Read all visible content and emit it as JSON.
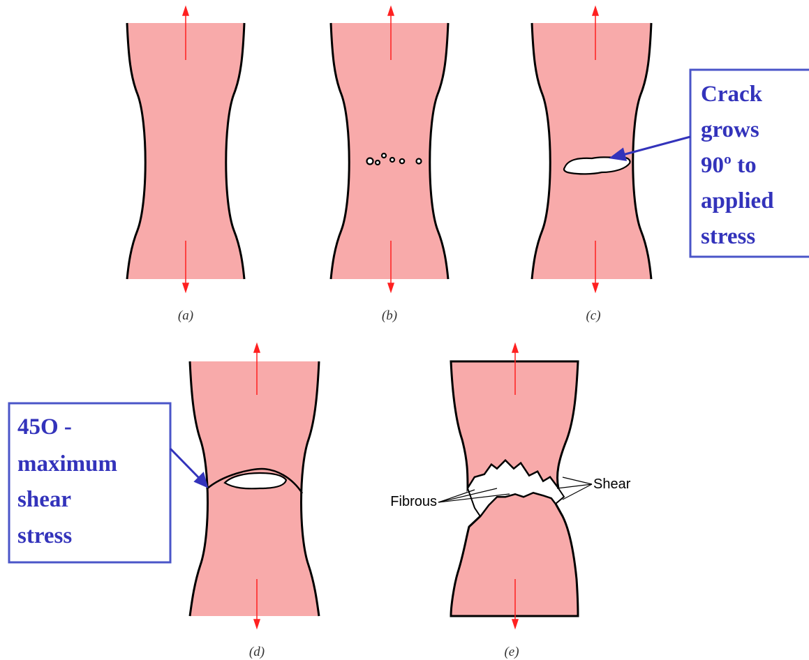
{
  "colors": {
    "specimen_fill": "#f8aaaa",
    "outline": "#000000",
    "arrow": "#ff2020",
    "annotation": "#3333bb",
    "box_border": "#4a55c8"
  },
  "panels": {
    "a": {
      "caption": "(a)"
    },
    "b": {
      "caption": "(b)"
    },
    "c": {
      "caption": "(c)"
    },
    "d": {
      "caption": "(d)"
    },
    "e": {
      "caption": "(e)"
    }
  },
  "callouts": {
    "crack": {
      "lines": [
        "Crack",
        "grows",
        "90º to",
        "applied",
        "stress"
      ]
    },
    "shear45": {
      "lines": [
        "45O -",
        "maximum",
        "shear",
        "stress"
      ]
    }
  },
  "labels": {
    "fibrous": "Fibrous",
    "shear": "Shear"
  }
}
